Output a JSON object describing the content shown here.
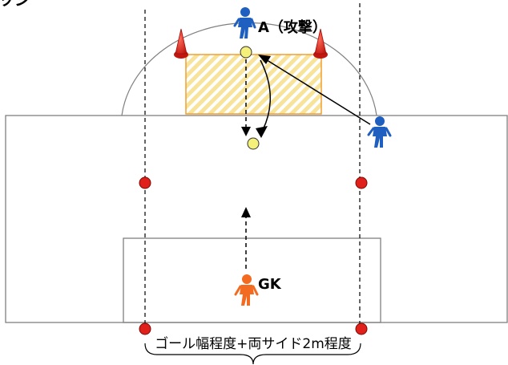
{
  "title_fragment": "ッジ",
  "labels": {
    "attacker": "A（攻撃）",
    "goalkeeper": "GK",
    "width_note": "ゴール幅程度+両サイド2m程度"
  },
  "colors": {
    "attacker_player": "#1f5fbf",
    "goalkeeper_player": "#f26b21",
    "cone": "#e0201a",
    "marker": "#e0201a",
    "ball": "#f5f07a",
    "zone_fill": "#f7e39a",
    "zone_stripe": "#ffffff",
    "zone_border": "#f0a030",
    "line": "#808080"
  },
  "icons": [
    "player-figure-icon",
    "cone-icon",
    "ball-icon",
    "marker-dot-icon"
  ]
}
